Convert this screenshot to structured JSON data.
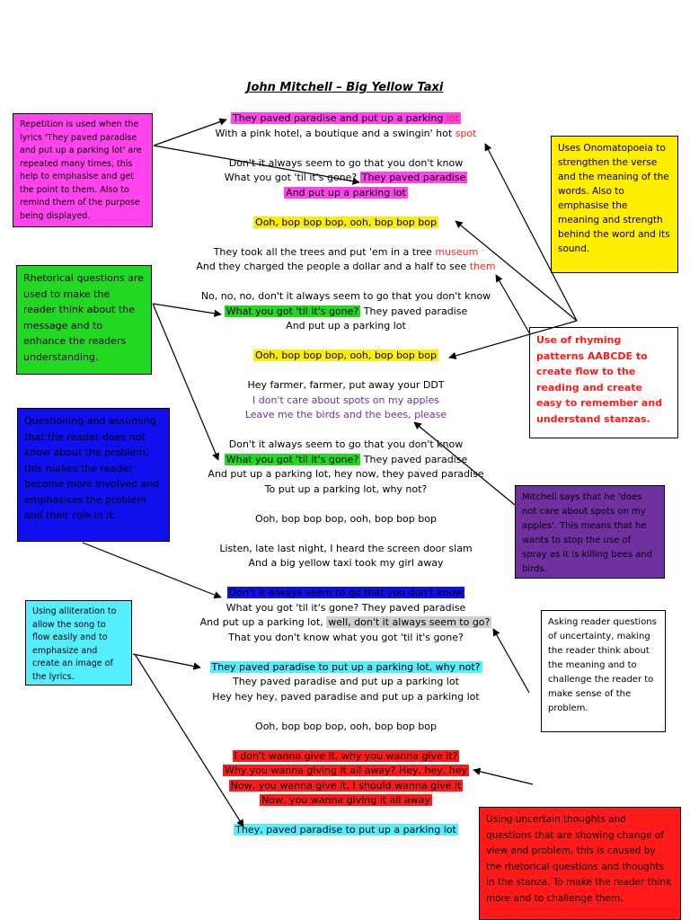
{
  "title": "John Mitchell – Big Yellow Taxi",
  "lyrics": {
    "l1a": "They paved paradise and put up a parking",
    "l1b": "lot",
    "l2a": "With a pink hotel, a boutique and a swingin' hot",
    "l2b": "spot",
    "l3": "Don't it always seem to go that you don't know",
    "l4a": "What you got 'til it's gone?",
    "l4b": "They paved paradise",
    "l5": "And put up a parking lot",
    "l6": "Ooh, bop bop bop, ooh, bop bop bop",
    "l7a": "They took all the trees and put 'em in a tree",
    "l7b": "museum",
    "l8a": "And they charged the people a dollar and a half to see",
    "l8b": "them",
    "l9": "No, no, no, don't it always seem to go that you don't know",
    "l10a": "What you got 'til it's gone?",
    "l10b": "They paved paradise",
    "l11": "And put up a parking lot",
    "l12": "Ooh, bop bop bop, ooh, bop bop bop",
    "l13": "Hey farmer, farmer, put away your DDT",
    "l14": "I don't care about spots on my apples",
    "l15": "Leave me the birds and the bees, please",
    "l16": "Don't it always seem to go that you don't know",
    "l17a": "What you got 'til it's gone?",
    "l17b": "They paved paradise",
    "l18": "And put up a parking lot, hey now, they paved paradise",
    "l19": "To put up a parking lot, why not?",
    "l20": "Ooh, bop bop bop, ooh, bop bop bop",
    "l21": "Listen, late last night, I heard the screen door slam",
    "l22": "And a big yellow taxi took my girl away",
    "l23": "Don't it always seem to go that you don't know",
    "l24": "What you got 'til it's gone? They paved paradise",
    "l25a": "And put up a parking lot,",
    "l25b": "well, don't it always seem to go?",
    "l26": "That you don't know what you got 'til it's gone?",
    "l27": "They paved paradise to put up a parking lot, why not?",
    "l28": "They paved paradise and put up a parking lot",
    "l29": "Hey hey hey, paved paradise and put up a parking lot",
    "l30": "Ooh, bop bop bop, ooh, bop bop bop",
    "l31": "I don't wanna give it, why you wanna give it?",
    "l32": "Why you wanna giving it all away? Hey, hey, hey",
    "l33": "Now, you wanna give it, I should wanna give it",
    "l34": "Now, you wanna giving it all away",
    "l35": "They, paved paradise to put up a parking lot"
  },
  "notes": {
    "repetition": "Repetition is used when the lyrics 'They paved paradise and put up a parking lot' are repeated many times, this help to emphasise and get the point to them.  Also to remind them of the purpose being displayed.",
    "rhetorical": "Rhetorical questions are used to make the reader think about the message and to enhance the readers understanding.",
    "questioning": "Questioning and assuming that the reader does not know about the problem, this makes the reader become more involved and emphasises the problem and their role in it.",
    "alliteration": "Using alliteration to allow the song to flow easily and to emphasize and create an image of the lyrics.",
    "onomatopoeia": "Uses Onomatopoeia to strengthen the verse and the meaning of the words.  Also to emphasise the meaning and strength behind the word and its sound.",
    "rhyming": "Use of rhyming patterns AABCDE to create flow to the reading and create easy to remember and understand stanzas.",
    "mitchell": "Mitchell says that he 'does not care about spots on my apples'.  This means that he wants to stop the use of spray as it is killing bees and birds.",
    "asking": "Asking reader questions of uncertainty, making the reader think about the meaning and to challenge the reader to make sense of the problem.",
    "uncertain": "Using uncertain thoughts and questions that are showing change of view and problem, this is caused by the rhetorical questions and thoughts in the stanza.  To make the reader think more and to challenge them."
  },
  "colors": {
    "magenta": "#ff44ee",
    "green": "#22d822",
    "blue": "#1010ee",
    "cyan": "#55eeff",
    "yellow": "#ffee00",
    "red": "#ff1a1a",
    "purple": "#7030a0",
    "gray": "#d0d0d0",
    "red_text": "#ff2020",
    "purple_text": "#7030a0"
  }
}
